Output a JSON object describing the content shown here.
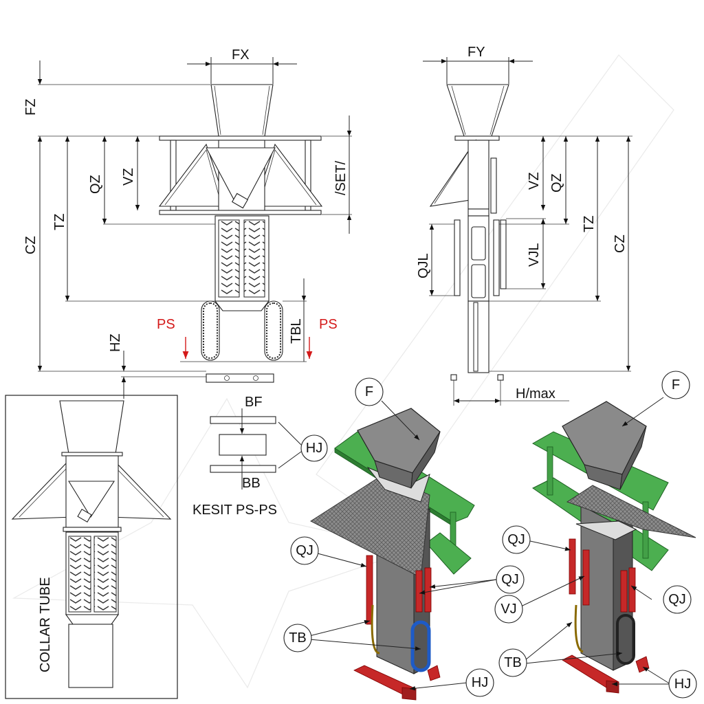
{
  "dimensions": {
    "fx": "FX",
    "fz": "FZ",
    "fy": "FY",
    "set": "/SET/",
    "qz_front": "QZ",
    "vz_front": "VZ",
    "tz_front": "TZ",
    "cz_front": "CZ",
    "hz": "HZ",
    "tbl": "TBL",
    "vz_side": "VZ",
    "qz_side": "QZ",
    "qjl": "QJL",
    "vjl": "VJL",
    "tz_side": "TZ",
    "cz_side": "CZ",
    "hmax": "H/max"
  },
  "section": {
    "marker_left": "PS",
    "marker_right": "PS",
    "bf": "BF",
    "bb": "BB",
    "hj": "HJ",
    "title": "KESIT PS-PS"
  },
  "inset": {
    "label": "COLLAR TUBE"
  },
  "callouts": {
    "f_left": "F",
    "f_right": "F",
    "qj_1": "QJ",
    "qj_2": "QJ",
    "qj_3": "QJ",
    "qj_4": "QJ",
    "vj": "VJ",
    "tb_left": "TB",
    "tb_right": "TB",
    "hj_left": "HJ",
    "hj_right": "HJ"
  },
  "colors": {
    "platform_green": "#4caf50",
    "red_part": "#c62828",
    "blue_part": "#1e5bc6",
    "steel_grey": "#7a7a7a",
    "marker_red": "#d41a1a"
  }
}
